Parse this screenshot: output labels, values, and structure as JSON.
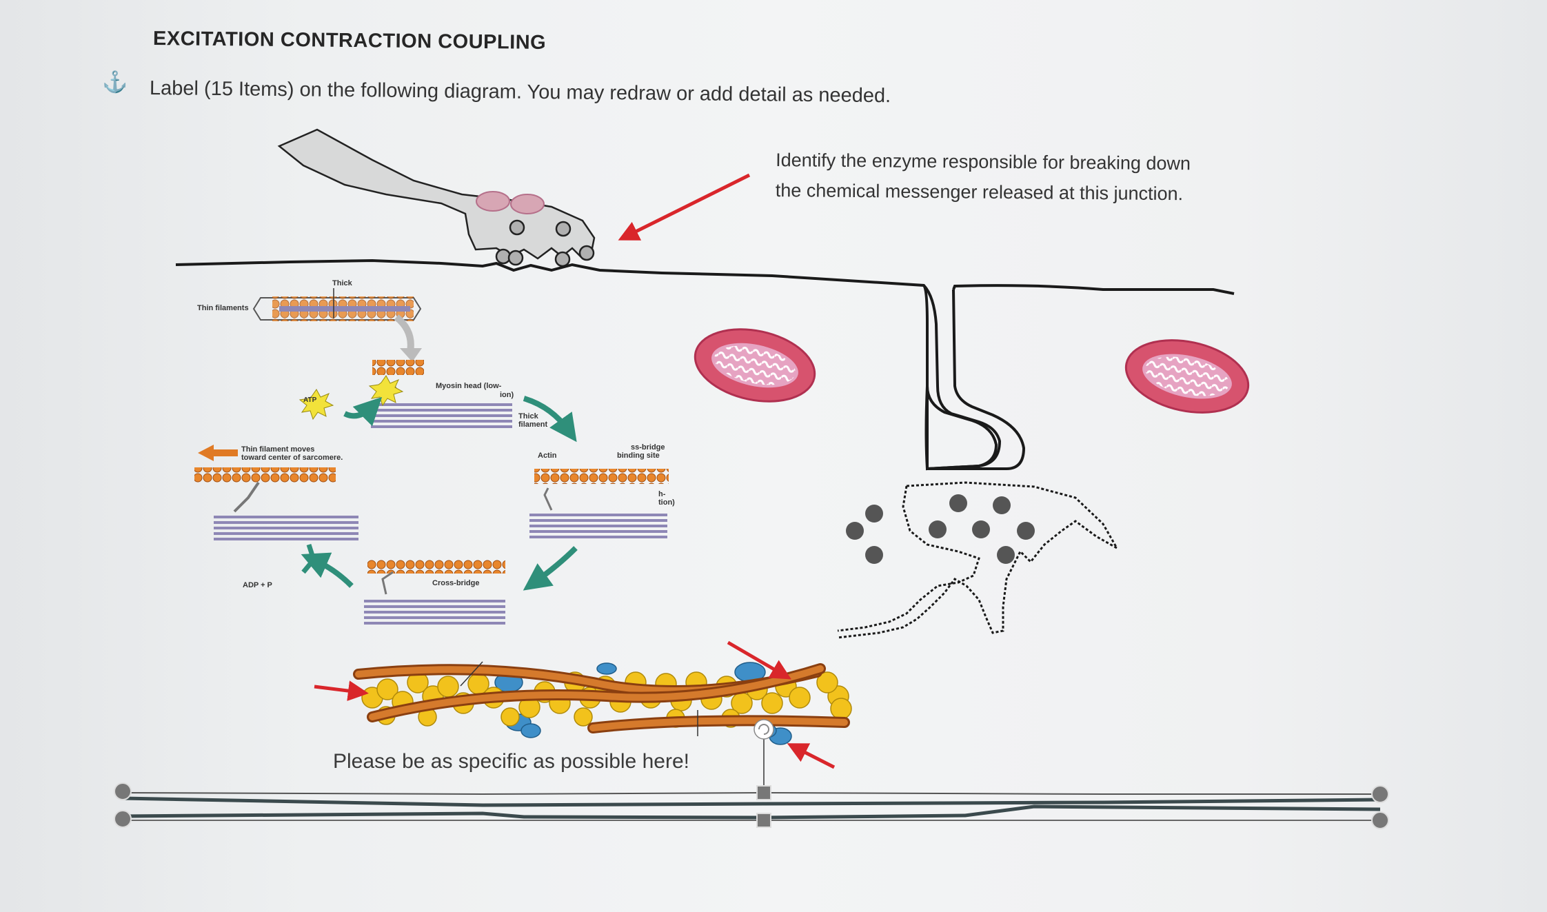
{
  "heading": "EXCITATION CONTRACTION COUPLING",
  "instructions": "Label (15 Items) on the following diagram.  You may redraw or add detail as needed.",
  "anchor_icon": "anchor-icon",
  "enzyme_question": {
    "line1": "Identify the enzyme responsible for breaking down",
    "line2": "the chemical messenger released at this junction."
  },
  "specific_note": "Please be as specific as possible here!",
  "cycle_labels": {
    "thin_filaments": "Thin filaments",
    "thick": "Thick",
    "myosin_head": "Myosin head (low-",
    "myosin_head_2": "ion)",
    "thick_filament": "Thick",
    "thick_filament_2": "filament",
    "actin": "Actin",
    "bridge_site": "ss-bridge",
    "bridge_site_2": "binding site",
    "h_ion": "h-",
    "h_ion_2": "tion)",
    "thin_moves": "Thin filament moves",
    "thin_moves_2": "toward center of sarcomere.",
    "cross_bridge": "Cross-bridge",
    "atp": "ATP",
    "adp_p": "ADP + P"
  },
  "colors": {
    "arrow_red": "#d9262b",
    "mitochondria": "#d7536e",
    "actin_orange": "#e07a24",
    "actin_yellow": "#f2c21c",
    "tropomyosin": "#c9651e",
    "troponin_blue": "#3f8fc8",
    "cycle_teal": "#2f8f7a",
    "myosin_purple": "#8e87b5",
    "membrane": "#1a1a1a",
    "vesicle": "#555555"
  }
}
